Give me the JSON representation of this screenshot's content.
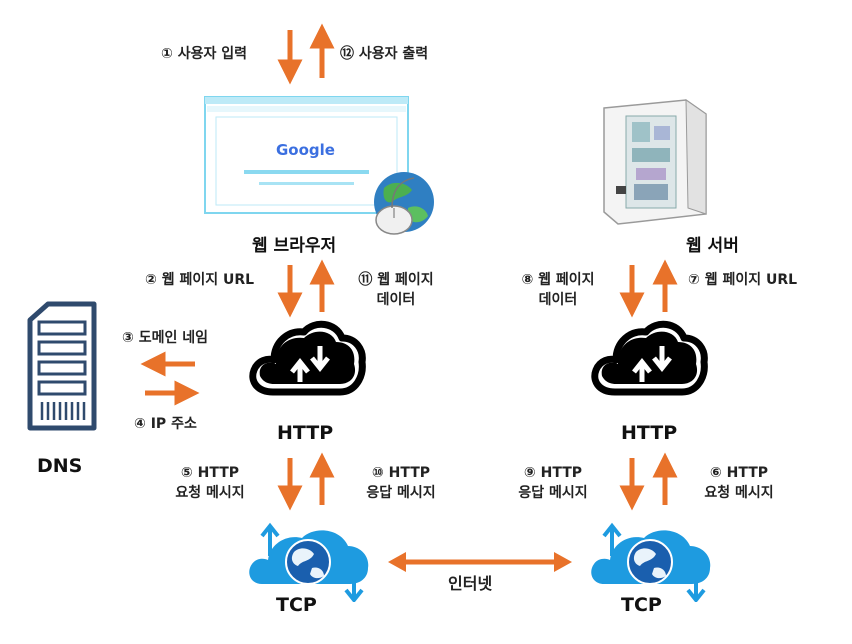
{
  "labels": {
    "step1": "① 사용자 입력",
    "step12": "⑫ 사용자 출력",
    "browser": "웹 브라우저",
    "server": "웹 서버",
    "step2": "② 웹 페이지 URL",
    "step11_l1": "⑪ 웹 페이지",
    "step11_l2": "데이터",
    "step8_l1": "⑧ 웹 페이지",
    "step8_l2": "데이터",
    "step7": "⑦ 웹 페이지 URL",
    "step3": "③ 도메인 네임",
    "step4": "④ IP 주소",
    "dns": "DNS",
    "http_left": "HTTP",
    "http_right": "HTTP",
    "step5_l1": "⑤ HTTP",
    "step5_l2": "요청 메시지",
    "step10_l1": "⑩ HTTP",
    "step10_l2": "응답 메시지",
    "step9_l1": "⑨ HTTP",
    "step9_l2": "응답 메시지",
    "step6_l1": "⑥ HTTP",
    "step6_l2": "요청 메시지",
    "internet": "인터넷",
    "tcp_left": "TCP",
    "tcp_right": "TCP",
    "google": "Google"
  },
  "colors": {
    "arrow": "#e8722a",
    "cloud_blue": "#1e9be0",
    "browser_frame": "#7fd6ef"
  },
  "icons": [
    "browser-window-icon",
    "globe-mouse-icon",
    "server-tower-icon",
    "dns-server-icon",
    "http-cloud-icon",
    "tcp-cloud-globe-icon"
  ]
}
